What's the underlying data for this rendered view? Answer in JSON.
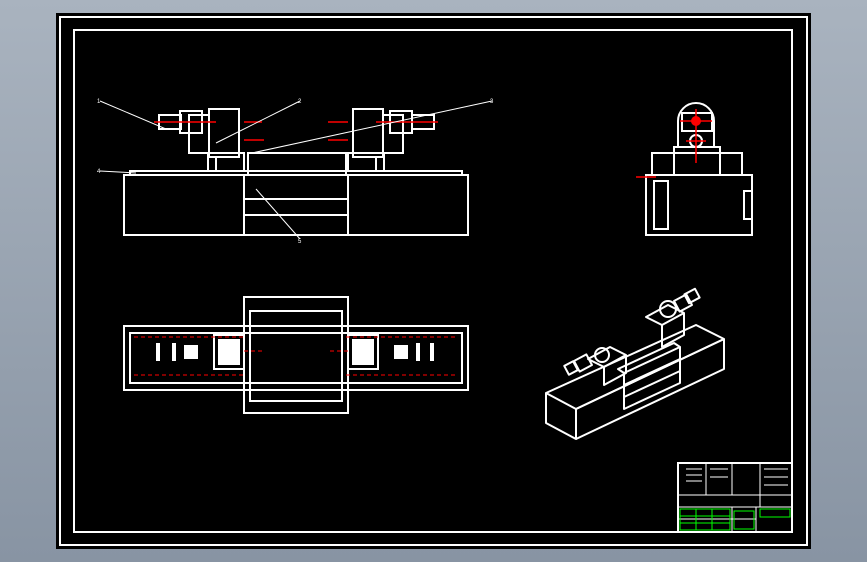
{
  "sheet": {
    "background": "#000000",
    "line_color": "#ffffff",
    "center_line_color": "#ff0000",
    "grid_color": "#00ff00"
  },
  "views": {
    "front": {
      "callouts": [
        "1",
        "2",
        "3",
        "4",
        "5"
      ]
    },
    "side": {},
    "top": {},
    "isometric": {}
  },
  "title_block": {
    "label": "",
    "grid_marks": [
      "",
      "",
      "",
      ""
    ]
  }
}
